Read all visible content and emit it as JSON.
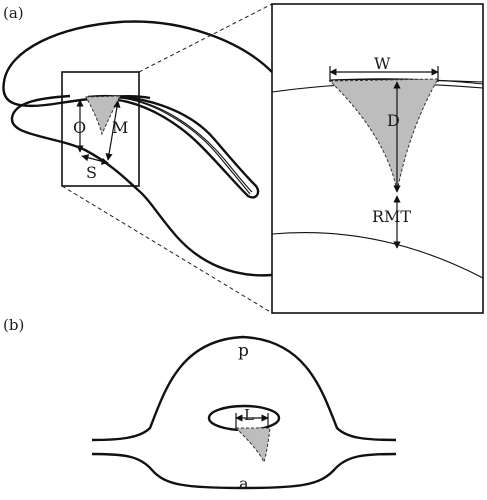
{
  "panels": {
    "a": {
      "label": "(a)"
    },
    "b": {
      "label": "(b)"
    }
  },
  "labels_a": {
    "O": "O",
    "M": "M",
    "S": "S",
    "W": "W",
    "D": "D",
    "RMT": "RMT"
  },
  "labels_b": {
    "p": "p",
    "L": "L",
    "a": "a"
  },
  "colors": {
    "fill_gray": "#bdbdbd",
    "line": "#111111"
  }
}
